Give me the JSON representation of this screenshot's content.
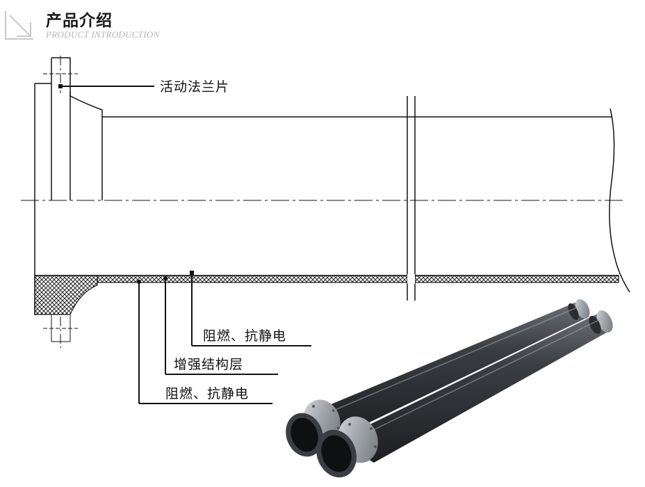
{
  "header": {
    "title_cn": "产品介绍",
    "title_en": "PRODUCT INTRODUCTION"
  },
  "labels": {
    "flange": "活动法兰片",
    "inner_layer": "阻燃、抗静电",
    "reinforce_layer": "增强结构层",
    "outer_layer": "阻燃、抗静电"
  },
  "icons": {
    "header": "diagonal-arrow-icon"
  },
  "colors": {
    "line": "#111111",
    "hatch": "#222222",
    "title": "#1a1a1a",
    "subtitle": "#b4b4b4",
    "pipe_body": "#2f3236",
    "flange_metal": "#9ea3a8"
  }
}
